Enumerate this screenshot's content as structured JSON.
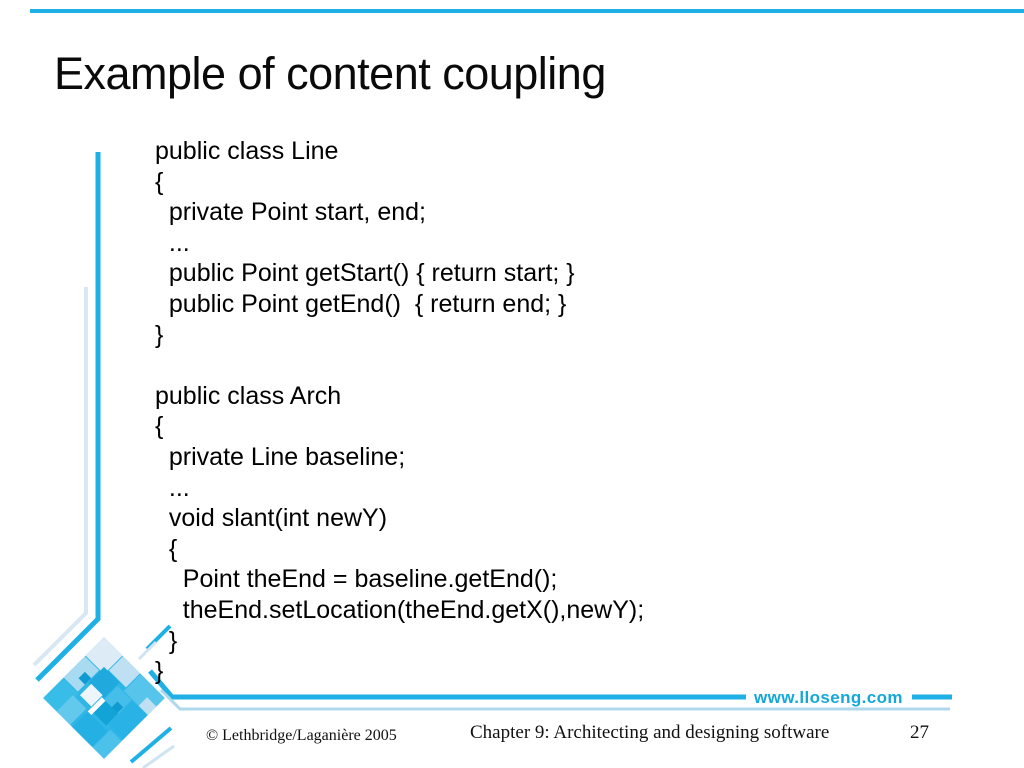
{
  "slide": {
    "title": "Example of content coupling",
    "code_lines": [
      "public class Line",
      "{",
      "  private Point start, end;",
      "  ...",
      "  public Point getStart() { return start; }",
      "  public Point getEnd()  { return end; }",
      "}",
      "",
      "public class Arch",
      "{",
      "  private Line baseline;",
      "  ...",
      "  void slant(int newY)",
      "  {",
      "    Point theEnd = baseline.getEnd();",
      "    theEnd.setLocation(theEnd.getX(),newY);",
      "  }",
      "}"
    ],
    "footer": {
      "copyright": "© Lethbridge/Laganière 2005",
      "chapter": "Chapter 9: Architecting and designing software",
      "page_number": "27",
      "website": "www.lloseng.com"
    },
    "colors": {
      "accent_cyan": "#1FB1E5",
      "pale_blue_line": "#D6E6F3",
      "footer_pale_line": "#AFD8EC",
      "website_text": "#14A8DA",
      "title_text": "#0A0A0A",
      "code_text": "#000000"
    }
  }
}
